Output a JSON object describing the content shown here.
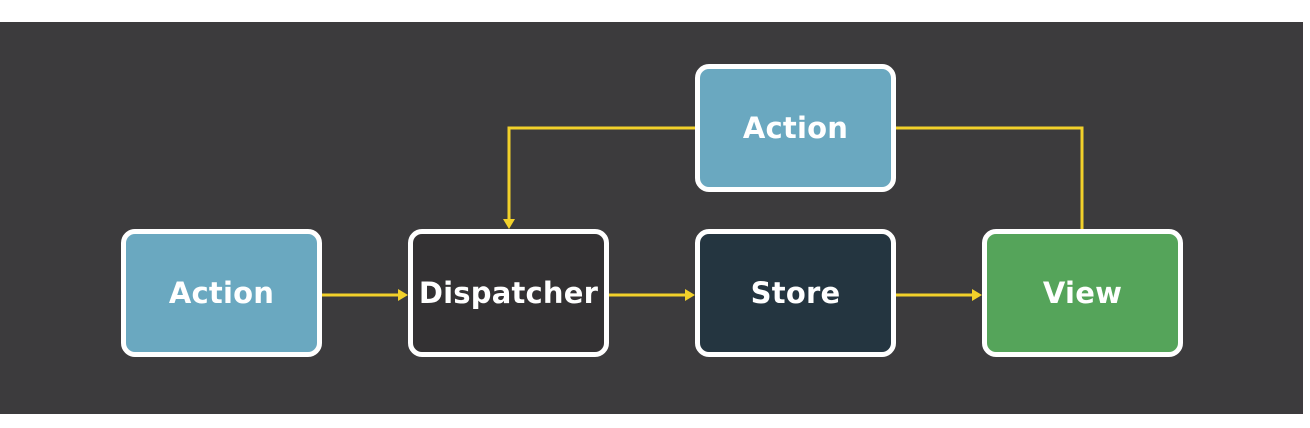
{
  "diagram": {
    "nodes": {
      "action_left": {
        "label": "Action",
        "fill": "#6aa8c0"
      },
      "dispatcher": {
        "label": "Dispatcher",
        "fill": "#333133"
      },
      "store": {
        "label": "Store",
        "fill": "#243540"
      },
      "view": {
        "label": "View",
        "fill": "#55a45a"
      },
      "action_top": {
        "label": "Action",
        "fill": "#6aa8c0"
      }
    },
    "edges": [
      {
        "from": "action_left",
        "to": "dispatcher"
      },
      {
        "from": "dispatcher",
        "to": "store"
      },
      {
        "from": "store",
        "to": "view"
      },
      {
        "from": "view",
        "to": "action_top"
      },
      {
        "from": "action_top",
        "to": "dispatcher"
      }
    ],
    "colors": {
      "background": "#3c3b3d",
      "border": "#ffffff",
      "arrow": "#f2d12a"
    }
  }
}
